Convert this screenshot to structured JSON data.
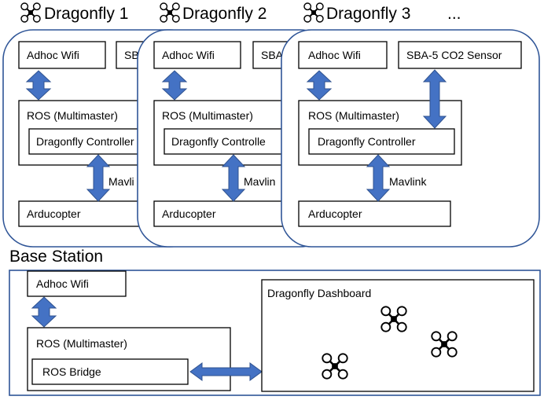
{
  "drones": [
    {
      "title": "Dragonfly 1",
      "icon": "drone-icon",
      "adhoc": "Adhoc Wifi",
      "sensor": "SB",
      "ros": "ROS (Multimaster)",
      "controller": "Dragonfly Controller",
      "link": "Mavli",
      "ardu": "Arducopter"
    },
    {
      "title": "Dragonfly 2",
      "icon": "drone-icon",
      "adhoc": "Adhoc Wifi",
      "sensor": "SBA",
      "ros": "ROS (Multimaster)",
      "controller": "Dragonfly Controlle",
      "link": "Mavlin",
      "ardu": "Arducopter"
    },
    {
      "title": "Dragonfly 3",
      "icon": "drone-icon",
      "adhoc": "Adhoc Wifi",
      "sensor": "SBA-5 CO2 Sensor",
      "ros": "ROS (Multimaster)",
      "controller": "Dragonfly Controller",
      "link": "Mavlink",
      "ardu": "Arducopter"
    }
  ],
  "ellipsis": "...",
  "base": {
    "title": "Base Station",
    "adhoc": "Adhoc Wifi",
    "ros": "ROS (Multimaster)",
    "bridge": "ROS Bridge",
    "dashboard": "Dragonfly Dashboard",
    "dashboard_icon": "drone-icon"
  },
  "colors": {
    "arrow": "#4472c4",
    "panel_border": "#2f5597"
  }
}
